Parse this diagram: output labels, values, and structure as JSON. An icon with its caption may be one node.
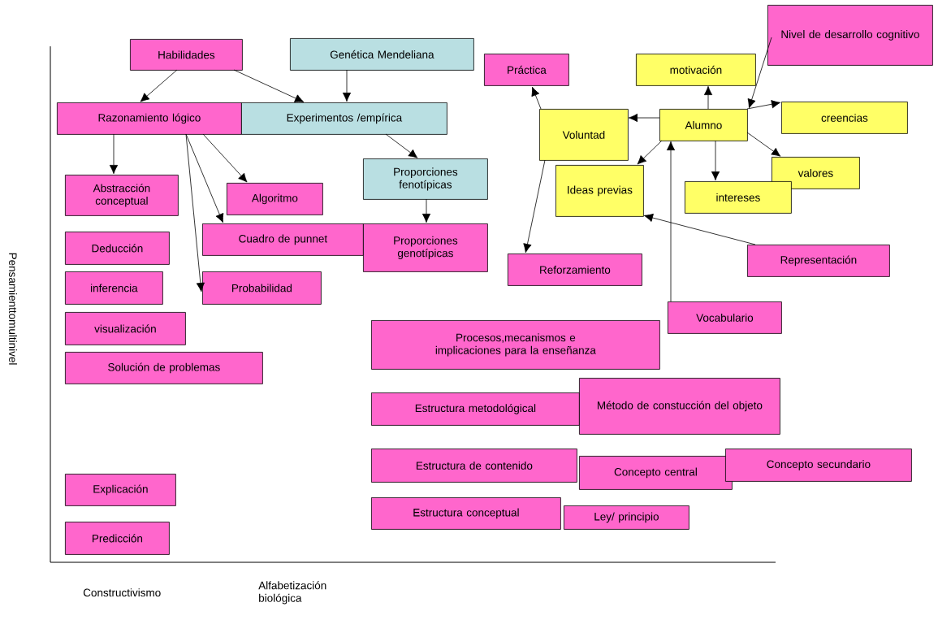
{
  "diagram": {
    "nodes": [
      {
        "text": [
          "Habilidades"
        ]
      },
      {
        "text": [
          "Genética Mendeliana"
        ]
      },
      {
        "text": [
          "Razonamiento lógico"
        ]
      },
      {
        "text": [
          "Experimentos /empírica"
        ]
      },
      {
        "text": [
          "Abstracción conceptual"
        ]
      },
      {
        "text": [
          "Algoritmo"
        ]
      },
      {
        "text": [
          "Proporciones fenotípicas"
        ]
      },
      {
        "text": [
          "Deducción"
        ]
      },
      {
        "text": [
          "Cuadro de punnet"
        ]
      },
      {
        "text": [
          "Proporciones genotípicas"
        ]
      },
      {
        "text": [
          "inferencia"
        ]
      },
      {
        "text": [
          "Probabilidad"
        ]
      },
      {
        "text": [
          "visualización"
        ]
      },
      {
        "text": [
          "Solución de problemas"
        ]
      },
      {
        "text": [
          "Explicación"
        ]
      },
      {
        "text": [
          "Predicción"
        ]
      },
      {
        "text": [
          "Práctica"
        ]
      },
      {
        "text": [
          "Nivel de desarrollo cognitivo"
        ]
      },
      {
        "text": [
          "motivación"
        ]
      },
      {
        "text": [
          "Voluntad"
        ]
      },
      {
        "text": [
          "Alumno"
        ]
      },
      {
        "text": [
          "creencias"
        ]
      },
      {
        "text": [
          "Ideas previas"
        ]
      },
      {
        "text": [
          "valores"
        ]
      },
      {
        "text": [
          "intereses"
        ]
      },
      {
        "text": [
          "Reforzamiento"
        ]
      },
      {
        "text": [
          "Representación"
        ]
      },
      {
        "text": [
          "Vocabulario"
        ]
      },
      {
        "text": [
          "Procesos,mecanismos e implicaciones para la enseñanza"
        ]
      },
      {
        "text": [
          "Estructura metodológical"
        ]
      },
      {
        "text": [
          "Método de constucción del objeto"
        ]
      },
      {
        "text": [
          "Estructura de contenido"
        ]
      },
      {
        "text": [
          "Concepto central"
        ]
      },
      {
        "text": [
          "Concepto secundario"
        ]
      },
      {
        "text": [
          "Estructura conceptual"
        ]
      },
      {
        "text": [
          "Ley/ principio"
        ]
      }
    ],
    "edges": [
      {
        "from": 0,
        "to": 2,
        "arrow": "to"
      },
      {
        "from": 0,
        "to": 3,
        "arrow": "to"
      },
      {
        "from": 1,
        "to": 3,
        "arrow": "to"
      },
      {
        "from": 2,
        "to": 4,
        "arrow": "to"
      },
      {
        "from": 2,
        "to": 5,
        "arrow": "to"
      },
      {
        "from": 2,
        "to": 8,
        "arrow": "to"
      },
      {
        "from": 2,
        "to": 11,
        "arrow": "to"
      },
      {
        "from": 3,
        "to": 6,
        "arrow": "to"
      },
      {
        "from": 6,
        "to": 9,
        "arrow": "to"
      },
      {
        "from": 19,
        "to": 16,
        "arrow": "to"
      },
      {
        "from": 19,
        "to": 25,
        "arrow": "to"
      },
      {
        "from": 20,
        "to": 19,
        "arrow": "to"
      },
      {
        "from": 20,
        "to": 18,
        "arrow": "to"
      },
      {
        "from": 17,
        "to": 20,
        "arrow": "to"
      },
      {
        "from": 20,
        "to": 21,
        "arrow": "to"
      },
      {
        "from": 20,
        "to": 22,
        "arrow": "to"
      },
      {
        "from": 20,
        "to": 24,
        "arrow": "to"
      },
      {
        "from": 20,
        "to": 23,
        "arrow": "to"
      },
      {
        "from": 26,
        "to": 22,
        "arrow": "to"
      },
      {
        "from": 27,
        "to": 20,
        "arrow": "to"
      }
    ],
    "labels": [
      "Pensamienttomultinivel",
      "Constructivismo",
      "Alfabetización biológica"
    ]
  }
}
